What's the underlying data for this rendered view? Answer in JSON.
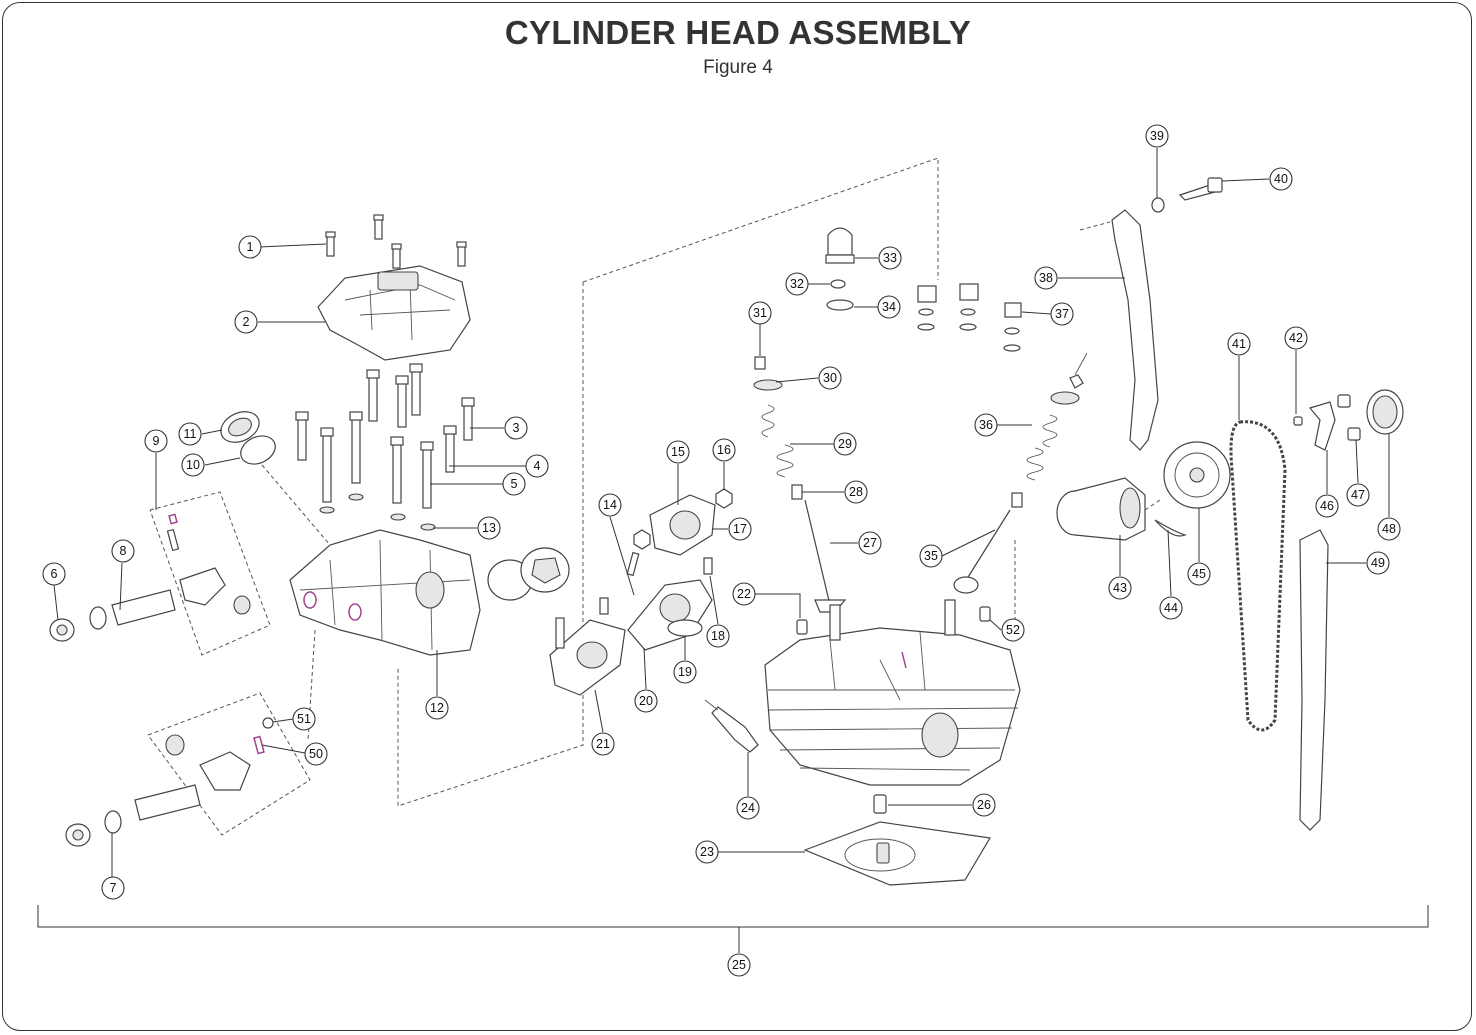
{
  "title": "CYLINDER HEAD ASSEMBLY",
  "subtitle": "Figure 4",
  "callouts": [
    "1",
    "2",
    "3",
    "4",
    "5",
    "6",
    "7",
    "8",
    "9",
    "10",
    "11",
    "12",
    "13",
    "14",
    "15",
    "16",
    "17",
    "18",
    "19",
    "20",
    "21",
    "22",
    "23",
    "24",
    "25",
    "26",
    "27",
    "28",
    "29",
    "30",
    "31",
    "32",
    "33",
    "34",
    "35",
    "36",
    "37",
    "38",
    "39",
    "40",
    "41",
    "42",
    "43",
    "44",
    "45",
    "46",
    "47",
    "48",
    "49",
    "50",
    "51",
    "52"
  ],
  "colors": {
    "line": "#333333",
    "highlight": "#a0428f",
    "fill": "#e6e6e6"
  }
}
